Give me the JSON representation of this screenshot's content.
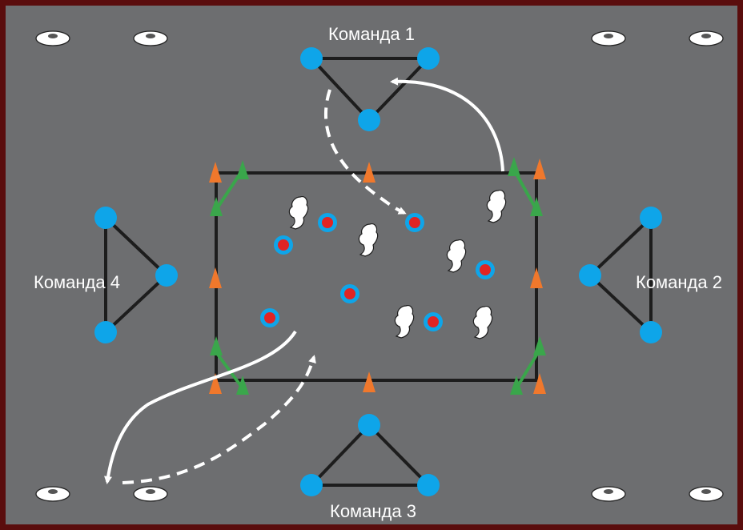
{
  "colors": {
    "border": "#5a0d0d",
    "field": "#6d6e70",
    "line": "#1d1d1d",
    "team_player": "#0ea5e9",
    "target_outer": "#0ea5e9",
    "target_inner": "#e02424",
    "cone_orange": "#f0782c",
    "cone_green": "#3aa64b",
    "arrow": "#ffffff",
    "disc": "#ffffff"
  },
  "teams": [
    {
      "id": "team-1",
      "label": "Команда 1"
    },
    {
      "id": "team-2",
      "label": "Команда 2"
    },
    {
      "id": "team-3",
      "label": "Команда 3"
    },
    {
      "id": "team-4",
      "label": "Команда 4"
    }
  ],
  "icons": {
    "runner": "runner-icon",
    "disc_cone": "disc-cone-icon",
    "triangle_cone": "triangle-cone-icon"
  }
}
